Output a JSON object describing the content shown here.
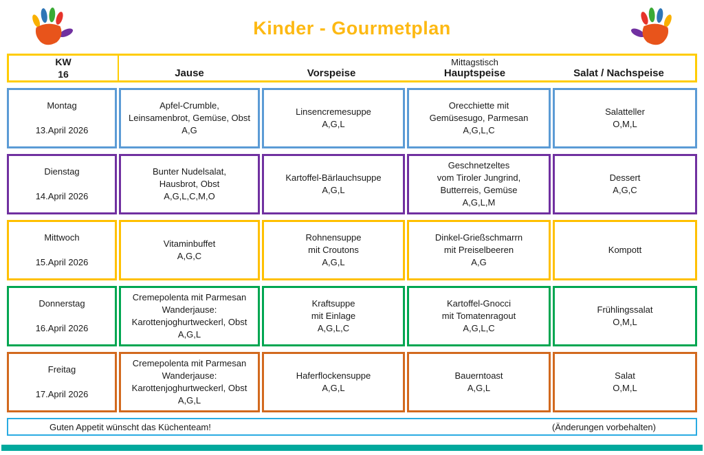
{
  "title": "Kinder - Gourmetplan",
  "header": {
    "kw_label": "KW",
    "kw_value": "16",
    "jause": "Jause",
    "vorspeise": "Vorspeise",
    "mittagstisch": "Mittagstisch",
    "hauptspeise": "Hauptspeise",
    "salat": "Salat / Nachspeise"
  },
  "days": [
    {
      "name": "Montag",
      "date": "13.April 2026",
      "color": "#5B9BD5",
      "jause": "Apfel-Crumble,\nLeinsamenbrot, Gemüse, Obst\nA,G",
      "vorspeise": "Linsencremesuppe\nA,G,L",
      "hauptspeise": "Orecchiette mit\nGemüsesugo, Parmesan\nA,G,L,C",
      "salat": "Salatteller\nO,M,L"
    },
    {
      "name": "Dienstag",
      "date": "14.April 2026",
      "color": "#7030A0",
      "jause": "Bunter Nudelsalat,\nHausbrot, Obst\nA,G,L,C,M,O",
      "vorspeise": "Kartoffel-Bärlauchsuppe\nA,G,L",
      "hauptspeise": "Geschnetzeltes\nvom Tiroler Jungrind,\nButterreis, Gemüse\nA,G,L,M",
      "salat": "Dessert\nA,G,C"
    },
    {
      "name": "Mittwoch",
      "date": "15.April 2026",
      "color": "#FFC000",
      "jause": "Vitaminbuffet\nA,G,C",
      "vorspeise": "Rohnensuppe\nmit Croutons\nA,G,L",
      "hauptspeise": "Dinkel-Grießschmarrn\nmit Preiselbeeren\nA,G",
      "salat": "Kompott"
    },
    {
      "name": "Donnerstag",
      "date": "16.April 2026",
      "color": "#00A651",
      "jause": "Cremepolenta mit Parmesan\nWanderjause:\nKarottenjoghurtweckerl, Obst\nA,G,L",
      "vorspeise": "Kraftsuppe\nmit Einlage\nA,G,L,C",
      "hauptspeise": "Kartoffel-Gnocci\nmit Tomatenragout\nA,G,L,C",
      "salat": "Frühlingssalat\nO,M,L"
    },
    {
      "name": "Freitag",
      "date": "17.April 2026",
      "color": "#D2691E",
      "jause": "Cremepolenta mit Parmesan\nWanderjause:\nKarottenjoghurtweckerl, Obst\nA,G,L",
      "vorspeise": "Haferflockensuppe\nA,G,L",
      "hauptspeise": "Bauerntoast\nA,G,L",
      "salat": "Salat\nO,M,L"
    }
  ],
  "footer": {
    "left": "Guten Appetit wünscht das Küchenteam!",
    "right": "(Änderungen vorbehalten)"
  },
  "colors": {
    "title": "#FDB913",
    "header_border": "#FFCC00",
    "footer_border": "#29ABE2",
    "bottom_bar": "#00A99D"
  }
}
